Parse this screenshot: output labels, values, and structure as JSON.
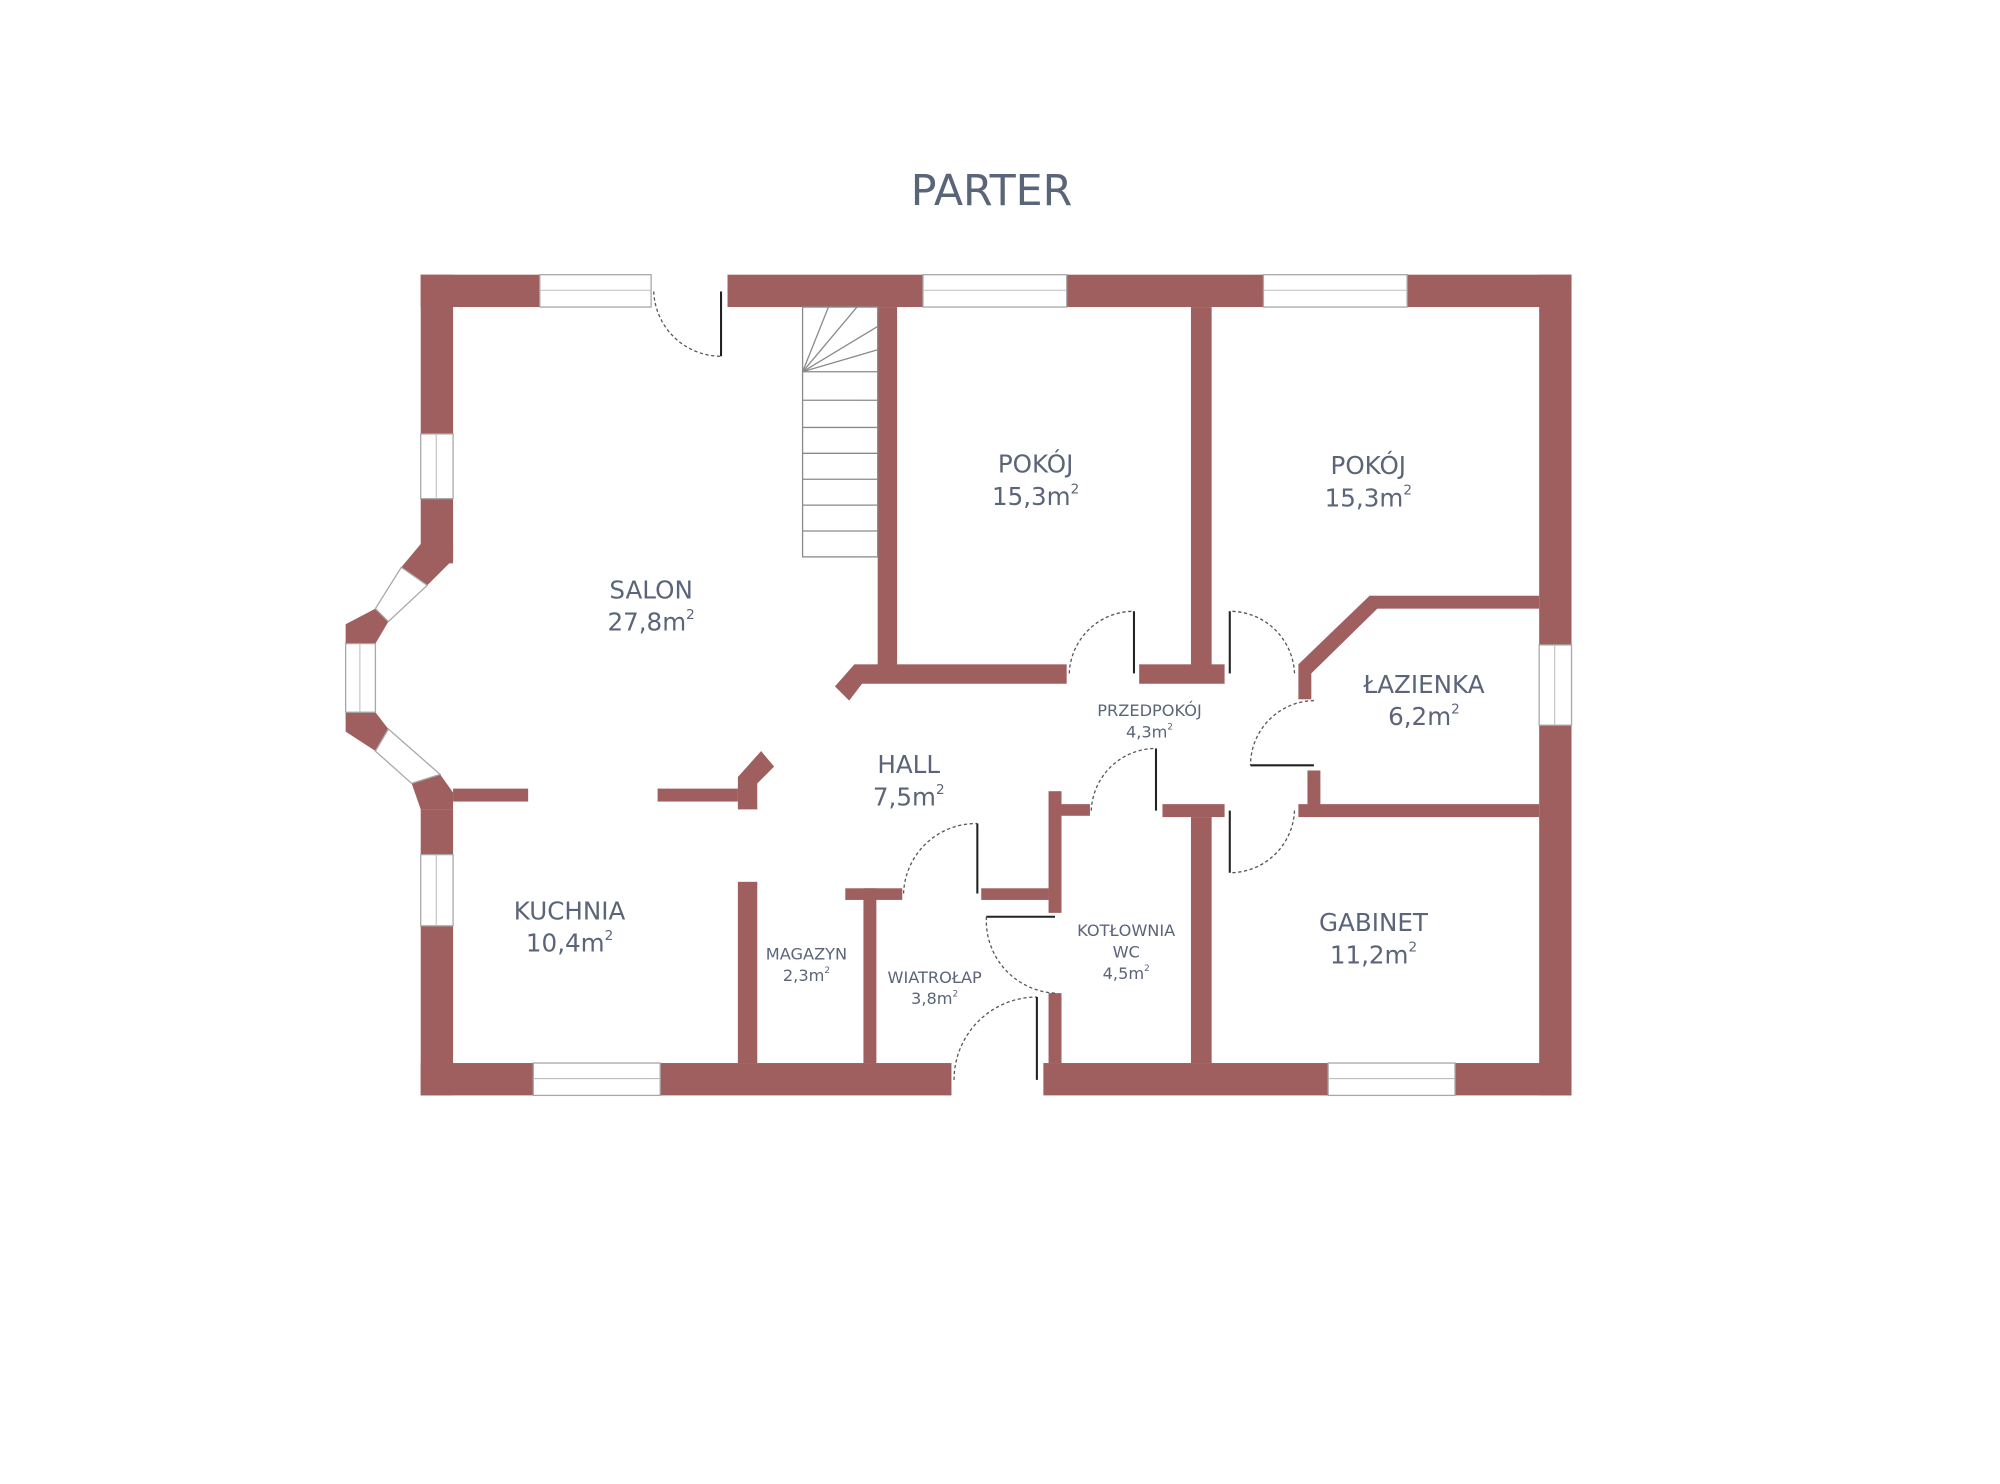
{
  "title": "PARTER",
  "rooms": [
    {
      "id": "salon",
      "name": "SALON",
      "area": "27,8",
      "unit": "m",
      "exp": "2"
    },
    {
      "id": "pokoj-1",
      "name": "POKÓJ",
      "area": "15,3",
      "unit": "m",
      "exp": "2"
    },
    {
      "id": "pokoj-2",
      "name": "POKÓJ",
      "area": "15,3",
      "unit": "m",
      "exp": "2"
    },
    {
      "id": "lazienka",
      "name": "ŁAZIENKA",
      "area": "6,2",
      "unit": "m",
      "exp": "2"
    },
    {
      "id": "przedpokoj",
      "name": "PRZEDPOKÓJ",
      "area": "4,3",
      "unit": "m",
      "exp": "2"
    },
    {
      "id": "hall",
      "name": "HALL",
      "area": "7,5",
      "unit": "m",
      "exp": "2"
    },
    {
      "id": "kuchnia",
      "name": "KUCHNIA",
      "area": "10,4",
      "unit": "m",
      "exp": "2"
    },
    {
      "id": "magazyn",
      "name": "MAGAZYN",
      "area": "2,3",
      "unit": "m",
      "exp": "2"
    },
    {
      "id": "wiatrolap",
      "name": "WIATROŁAP",
      "area": "3,8",
      "unit": "m",
      "exp": "2"
    },
    {
      "id": "kotlownia",
      "name": "KOTŁOWNIA",
      "name2": "WC",
      "area": "4,5",
      "unit": "m",
      "exp": "2"
    },
    {
      "id": "gabinet",
      "name": "GABINET",
      "area": "11,2",
      "unit": "m",
      "exp": "2"
    }
  ],
  "colors": {
    "wall": "#a05f5f",
    "text": "#5b6579"
  }
}
